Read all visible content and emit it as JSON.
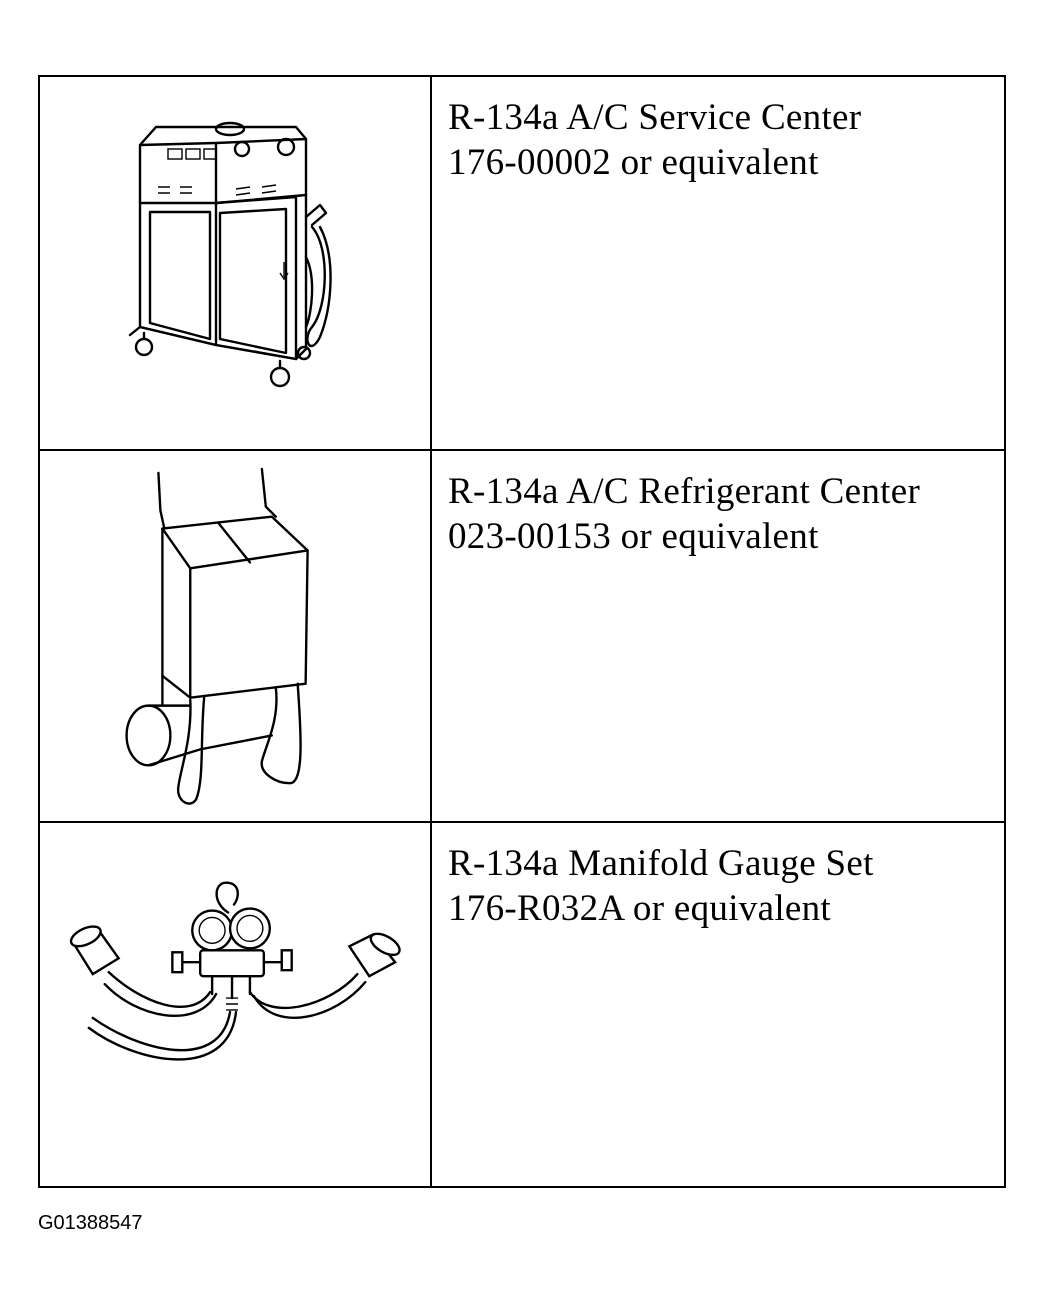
{
  "tools": [
    {
      "name": "R-134a A/C Service Center",
      "number": "176-00002 or equivalent",
      "illustration": "service-center-cart"
    },
    {
      "name": "R-134a A/C Refrigerant Center",
      "number": "023-00153 or equivalent",
      "illustration": "refrigerant-center-hand-truck"
    },
    {
      "name": "R-134a Manifold Gauge Set",
      "number": "176-R032A or equivalent",
      "illustration": "manifold-gauge-set"
    }
  ],
  "figure_id": "G01388547"
}
